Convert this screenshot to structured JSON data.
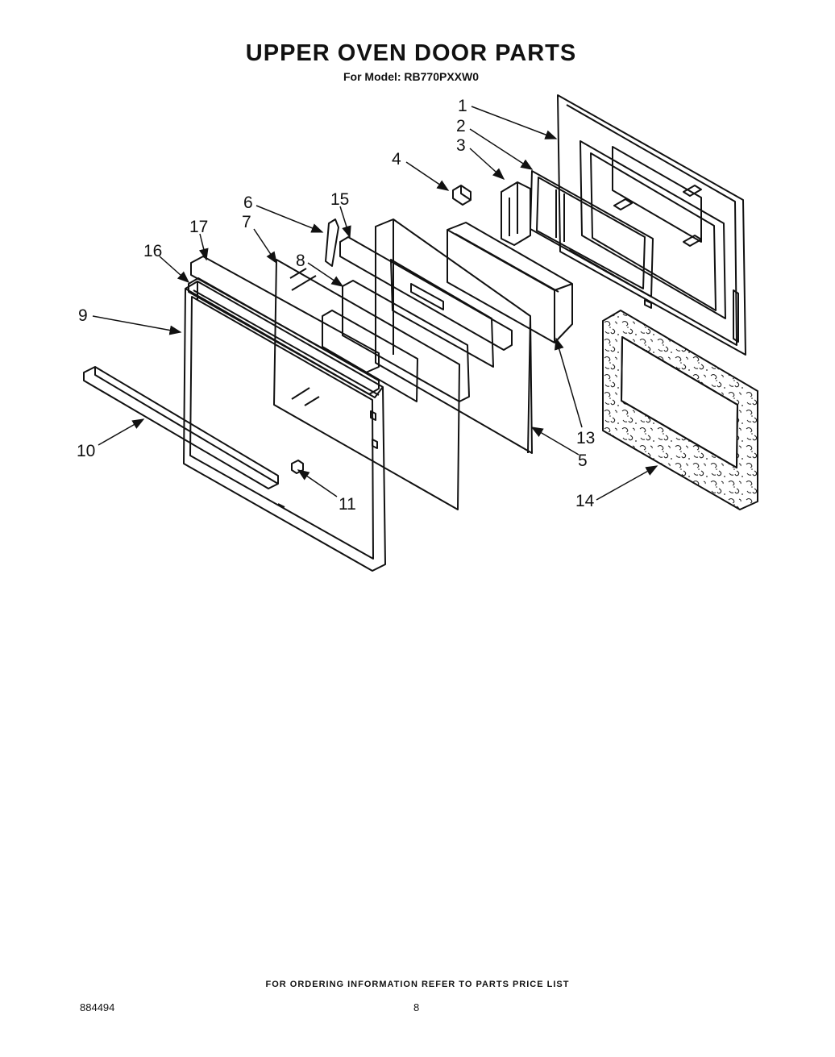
{
  "header": {
    "title": "UPPER OVEN DOOR PARTS",
    "model": "For Model: RB770PXXW0"
  },
  "callouts": [
    "1",
    "2",
    "3",
    "4",
    "5",
    "6",
    "7",
    "8",
    "9",
    "10",
    "11",
    "13",
    "14",
    "15",
    "16",
    "17"
  ],
  "footer": {
    "ordering_note": "FOR ORDERING INFORMATION REFER TO PARTS PRICE LIST",
    "doc_number": "884494",
    "page_number": "8"
  }
}
